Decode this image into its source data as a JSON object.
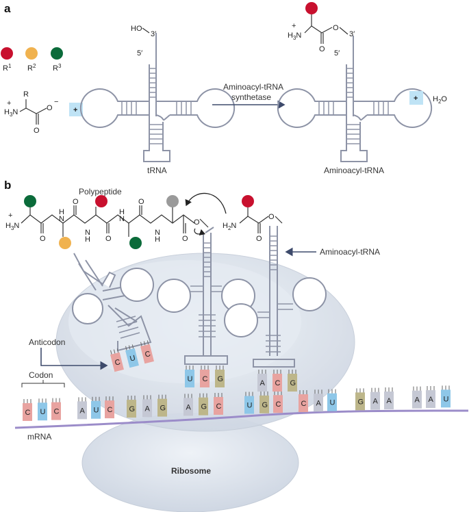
{
  "panels": {
    "a": "a",
    "b": "b"
  },
  "panel_a": {
    "r_groups": [
      {
        "label": "R",
        "sup": "1",
        "color": "#c8102e"
      },
      {
        "label": "R",
        "sup": "2",
        "color": "#f0b24f"
      },
      {
        "label": "R",
        "sup": "3",
        "color": "#0b6b3a"
      }
    ],
    "amino_acid": {
      "r": "R",
      "amine": "H",
      "sub3": "3",
      "n": "N",
      "plus": "+",
      "o": "O",
      "minus": "−"
    },
    "plus_sign": "+",
    "trna_label": "tRNA",
    "ho": "HO",
    "three_prime": "3′",
    "five_prime": "5′",
    "enzyme_line1": "Aminoacyl-tRNA",
    "enzyme_line2": "synthetase",
    "product_label": "Aminoacyl-tRNA",
    "water": "H",
    "water_sub": "2",
    "water_o": "O"
  },
  "panel_b": {
    "polypeptide_label": "Polypeptide",
    "aminoacyl_label": "Aminoacyl-tRNA",
    "anticodon_label": "Anticodon",
    "codon_label": "Codon",
    "mrna_label": "mRNA",
    "ribosome_label": "Ribosome",
    "chain_groups": [
      "#0b6b3a",
      "#f0b24f",
      "#c8102e",
      "#0b6b3a",
      "#9a9a9a"
    ],
    "incoming_group": "#c8102e",
    "h3n": "H",
    "h2n": "H",
    "n_letter": "N",
    "nh": "N",
    "h": "H",
    "o": "O",
    "plus": "+",
    "sub3": "3",
    "sub2": "2",
    "mrna_bases": [
      {
        "b": "C",
        "c": "#e8a3a0"
      },
      {
        "b": "U",
        "c": "#8ec7e8"
      },
      {
        "b": "C",
        "c": "#e8a3a0"
      },
      {
        "b": "A",
        "c": "#c5c8d4"
      },
      {
        "b": "U",
        "c": "#8ec7e8"
      },
      {
        "b": "C",
        "c": "#e8a3a0"
      },
      {
        "b": "G",
        "c": "#bdb68a"
      },
      {
        "b": "A",
        "c": "#c5c8d4"
      },
      {
        "b": "G",
        "c": "#bdb68a"
      },
      {
        "b": "A",
        "c": "#c5c8d4"
      },
      {
        "b": "G",
        "c": "#bdb68a"
      },
      {
        "b": "C",
        "c": "#e8a3a0"
      },
      {
        "b": "U",
        "c": "#8ec7e8"
      },
      {
        "b": "G",
        "c": "#bdb68a"
      },
      {
        "b": "C",
        "c": "#e8a3a0"
      },
      {
        "b": "C",
        "c": "#e8a3a0"
      },
      {
        "b": "A",
        "c": "#c5c8d4"
      },
      {
        "b": "U",
        "c": "#8ec7e8"
      },
      {
        "b": "G",
        "c": "#bdb68a"
      },
      {
        "b": "A",
        "c": "#c5c8d4"
      },
      {
        "b": "A",
        "c": "#c5c8d4"
      },
      {
        "b": "A",
        "c": "#c5c8d4"
      },
      {
        "b": "A",
        "c": "#c5c8d4"
      },
      {
        "b": "U",
        "c": "#8ec7e8"
      }
    ],
    "anticodon_left": [
      {
        "b": "C",
        "c": "#e8a3a0"
      },
      {
        "b": "U",
        "c": "#8ec7e8"
      },
      {
        "b": "C",
        "c": "#e8a3a0"
      }
    ],
    "anticodon_mid": [
      {
        "b": "U",
        "c": "#8ec7e8"
      },
      {
        "b": "C",
        "c": "#e8a3a0"
      },
      {
        "b": "G",
        "c": "#bdb68a"
      }
    ],
    "anticodon_right": [
      {
        "b": "A",
        "c": "#c5c8d4"
      },
      {
        "b": "C",
        "c": "#e8a3a0"
      },
      {
        "b": "G",
        "c": "#bdb68a"
      }
    ]
  },
  "colors": {
    "arrow": "#3d4a6b",
    "trna": "#8d93a6",
    "ribosome": "#dfe5ee",
    "mrna": "#9b8cc9",
    "plus_box": "#bfe3f5"
  }
}
